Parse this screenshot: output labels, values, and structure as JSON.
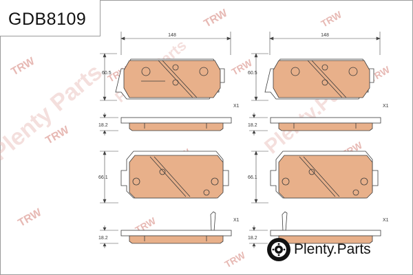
{
  "part_number": "GDB8109",
  "dimensions": {
    "width_top_left": "148",
    "width_top_right": "148",
    "height_row1_left": "60.5",
    "height_row1_right": "60.5",
    "height_row3_left": "66.1",
    "height_row3_right": "66.1",
    "thickness_row2_left": "18.2",
    "thickness_row2_right": "18.2",
    "thickness_row4_left": "18.2",
    "thickness_row4_right": "18.2"
  },
  "quantities": [
    "X1",
    "X1",
    "X1",
    "X1"
  ],
  "watermark": {
    "brand_marks": [
      "TRW",
      "TRW",
      "TRW",
      "TRW",
      "TRW",
      "TRW",
      "TRW",
      "TRW",
      "TRW",
      "TRW",
      "TRW",
      "TRW"
    ],
    "site_text": [
      "Plenty Parts",
      "Plenty.Parts",
      "Plenty Parts"
    ]
  },
  "brand": {
    "label": "Plenty.Parts"
  },
  "colors": {
    "pad_fill": "#e8b08a",
    "pad_stroke": "#3a3a3a",
    "backplate": "#ffffff",
    "watermark": "#e7b9b4"
  }
}
